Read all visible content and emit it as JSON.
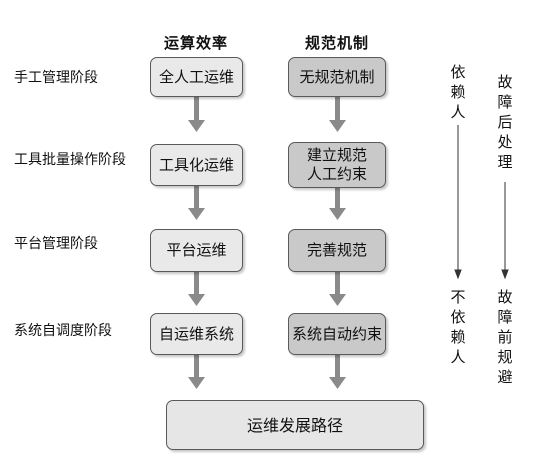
{
  "headers": {
    "efficiency": "运算效率",
    "mechanism": "规范机制"
  },
  "stages": [
    "手工管理阶段",
    "工具批量操作阶段",
    "平台管理阶段",
    "系统自调度阶段"
  ],
  "efficiency_boxes": [
    "全人工运维",
    "工具化运维",
    "平台运维",
    "自运维系统"
  ],
  "mechanism_boxes": [
    "无规范机制",
    "建立规范\n人工约束",
    "完善规范",
    "系统自动约束"
  ],
  "bottom": "运维发展路径",
  "side_left": {
    "top": "依赖人",
    "bottom": "不依赖人"
  },
  "side_right": {
    "top": "故障后处理",
    "bottom": "故障前规避"
  },
  "colors": {
    "box_light": "#e9e9e9",
    "box_dark": "#c9c9c9",
    "arrow": "#8a8a8a",
    "border": "#5a5a5a"
  }
}
